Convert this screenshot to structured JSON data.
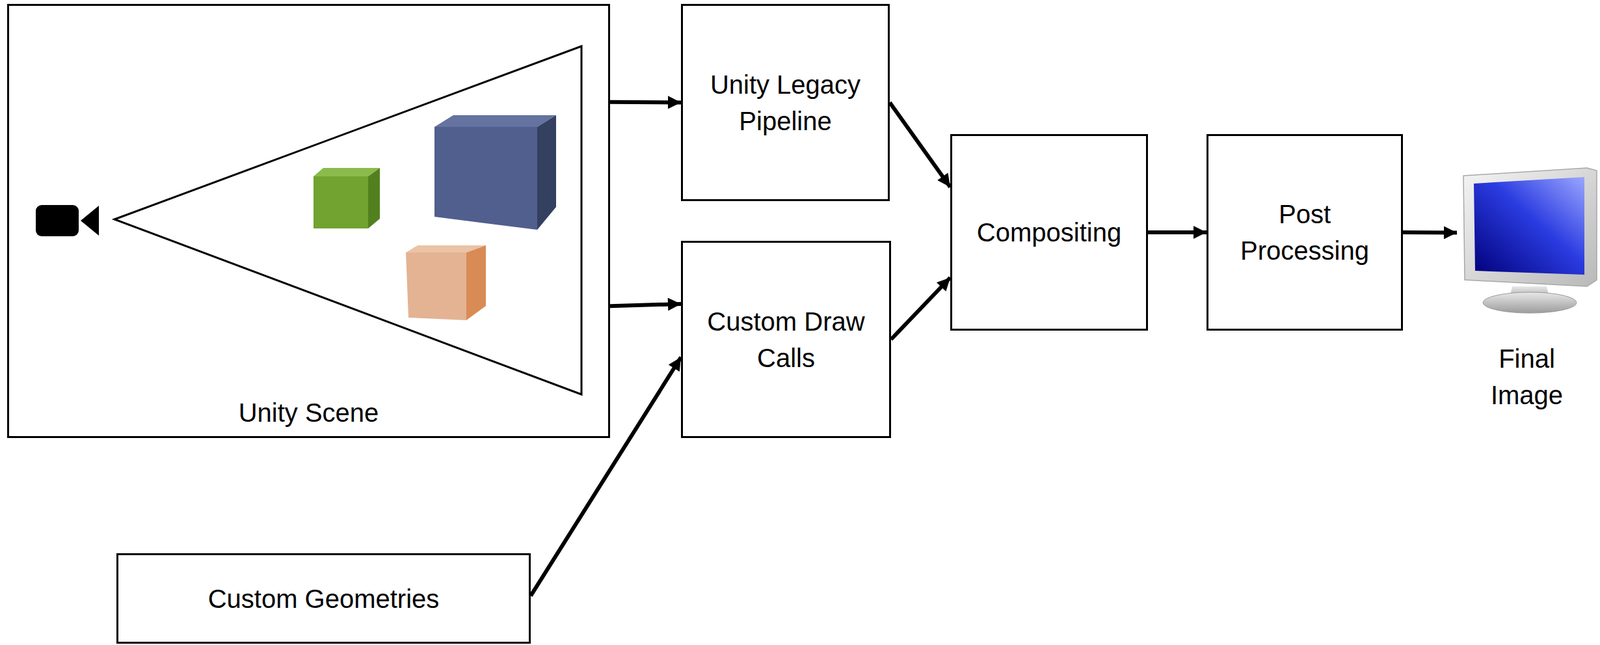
{
  "diagram": {
    "nodes": [
      {
        "text": [
          "Unity Scene"
        ]
      },
      {
        "text": [
          "Unity Legacy Pipeline"
        ]
      },
      {
        "text": [
          "Custom Draw Calls"
        ]
      },
      {
        "text": [
          "Compositing"
        ]
      },
      {
        "text": [
          "Post Processing"
        ]
      },
      {
        "text": [
          "Custom Geometries"
        ]
      },
      {
        "text": [
          "Final Image"
        ]
      }
    ],
    "edges": [
      {
        "from": 0,
        "to": 1,
        "arrow": "to"
      },
      {
        "from": 0,
        "to": 2,
        "arrow": "to"
      },
      {
        "from": 5,
        "to": 2,
        "arrow": "to"
      },
      {
        "from": 1,
        "to": 3,
        "arrow": "to"
      },
      {
        "from": 2,
        "to": 3,
        "arrow": "to"
      },
      {
        "from": 3,
        "to": 4,
        "arrow": "to"
      },
      {
        "from": 4,
        "to": 6,
        "arrow": "to"
      }
    ]
  }
}
